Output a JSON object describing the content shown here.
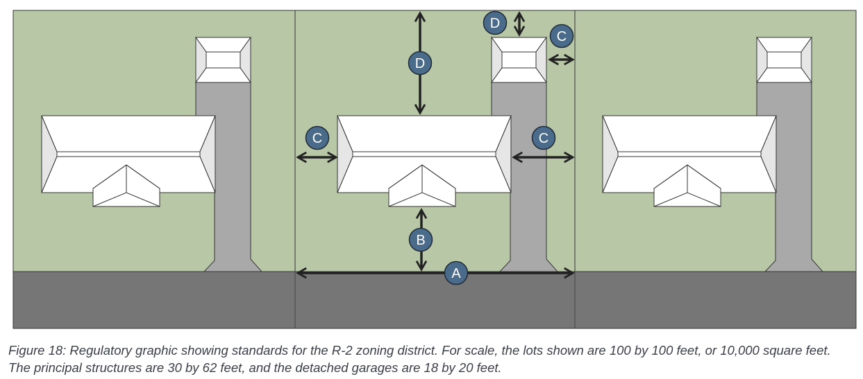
{
  "caption": "Figure 18: Regulatory graphic showing standards for the R-2 zoning district. For scale, the lots shown are 100 by 100 feet, or 10,000 square feet.  The principal structures are 30 by 62 feet, and the detached garages are 18 by 20 feet.",
  "markers": {
    "a": "A",
    "b": "B",
    "c": "C",
    "d": "D"
  },
  "colors": {
    "lawn": "#b8c7a6",
    "street": "#767676",
    "driveway": "#a9a9a9",
    "roof": "#ffffff",
    "roof_shade": "#e6e6e6",
    "marker": "#4a6b8a",
    "arrow": "#222222"
  }
}
